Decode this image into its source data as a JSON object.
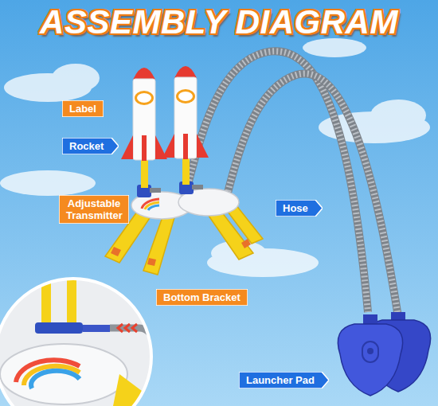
{
  "diagram": {
    "title": "ASSEMBLY DIAGRAM",
    "nodes": [
      {
        "text": [
          "Label"
        ]
      },
      {
        "text": [
          "Rocket"
        ]
      },
      {
        "text": [
          "Adjustable Transmitter"
        ]
      },
      {
        "text": [
          "Hose"
        ]
      },
      {
        "text": [
          "Bottom Bracket"
        ]
      },
      {
        "text": [
          "Launcher Pad"
        ]
      }
    ]
  }
}
